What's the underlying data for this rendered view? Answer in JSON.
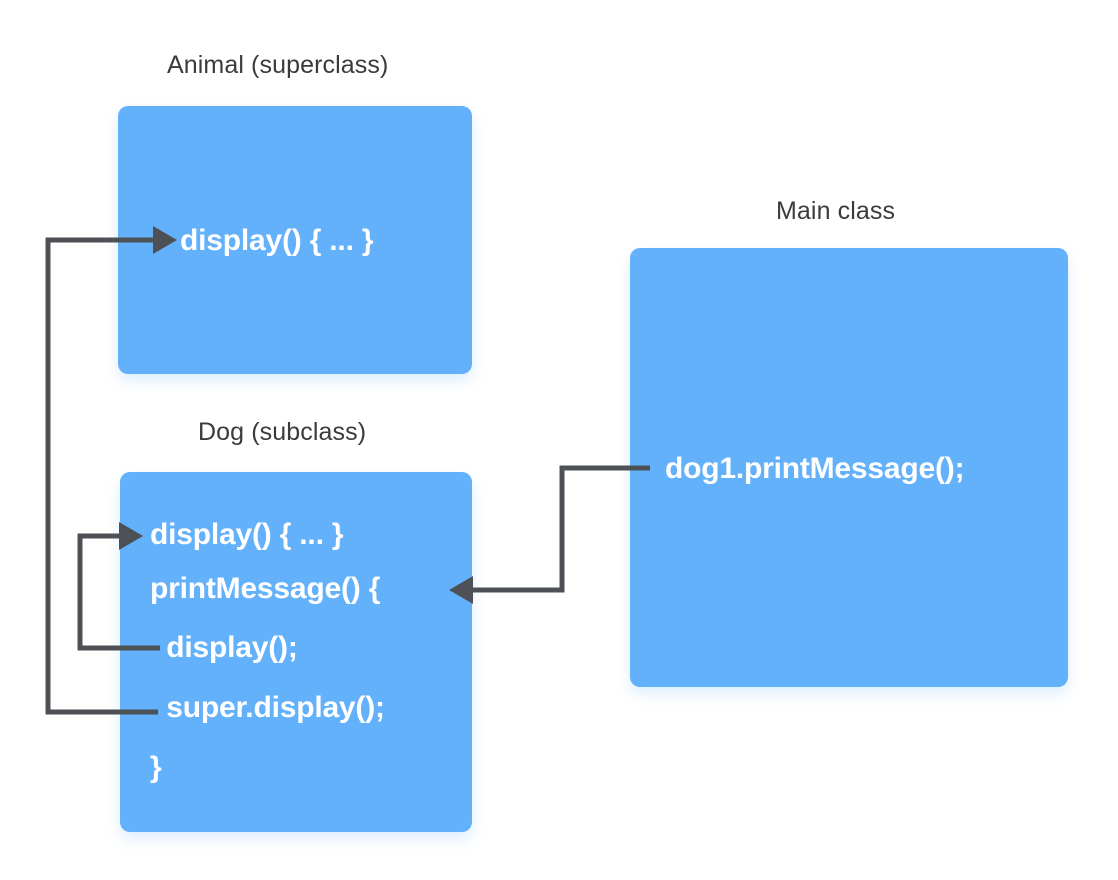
{
  "diagram": {
    "title": "Java method overriding and super keyword diagram",
    "background_color": "#ffffff",
    "box_color": "#64b1fb",
    "code_text_color": "#ffffff",
    "caption_text_color": "#3b3b3b",
    "connector_color": "#4d5156"
  },
  "boxes": {
    "animal": {
      "caption": "Animal (superclass)",
      "lines": [
        "display() { ... }"
      ]
    },
    "dog": {
      "caption": "Dog (subclass)",
      "lines": [
        "display() { ... }",
        "printMessage() {",
        "  display();",
        "  super.display();",
        "}"
      ]
    },
    "main": {
      "caption": "Main class",
      "lines": [
        "dog1.printMessage();"
      ]
    }
  },
  "connectors": [
    {
      "name": "super-display-to-animal-display",
      "from": "dog.super.display();",
      "to": "animal.display() { ... }",
      "arrow": "end"
    },
    {
      "name": "display-call-to-dog-display",
      "from": "dog.display();",
      "to": "dog.display() { ... }",
      "arrow": "end"
    },
    {
      "name": "main-call-to-dog-printmessage",
      "from": "main.dog1.printMessage();",
      "to": "dog.printMessage() {",
      "arrow": "end"
    }
  ]
}
